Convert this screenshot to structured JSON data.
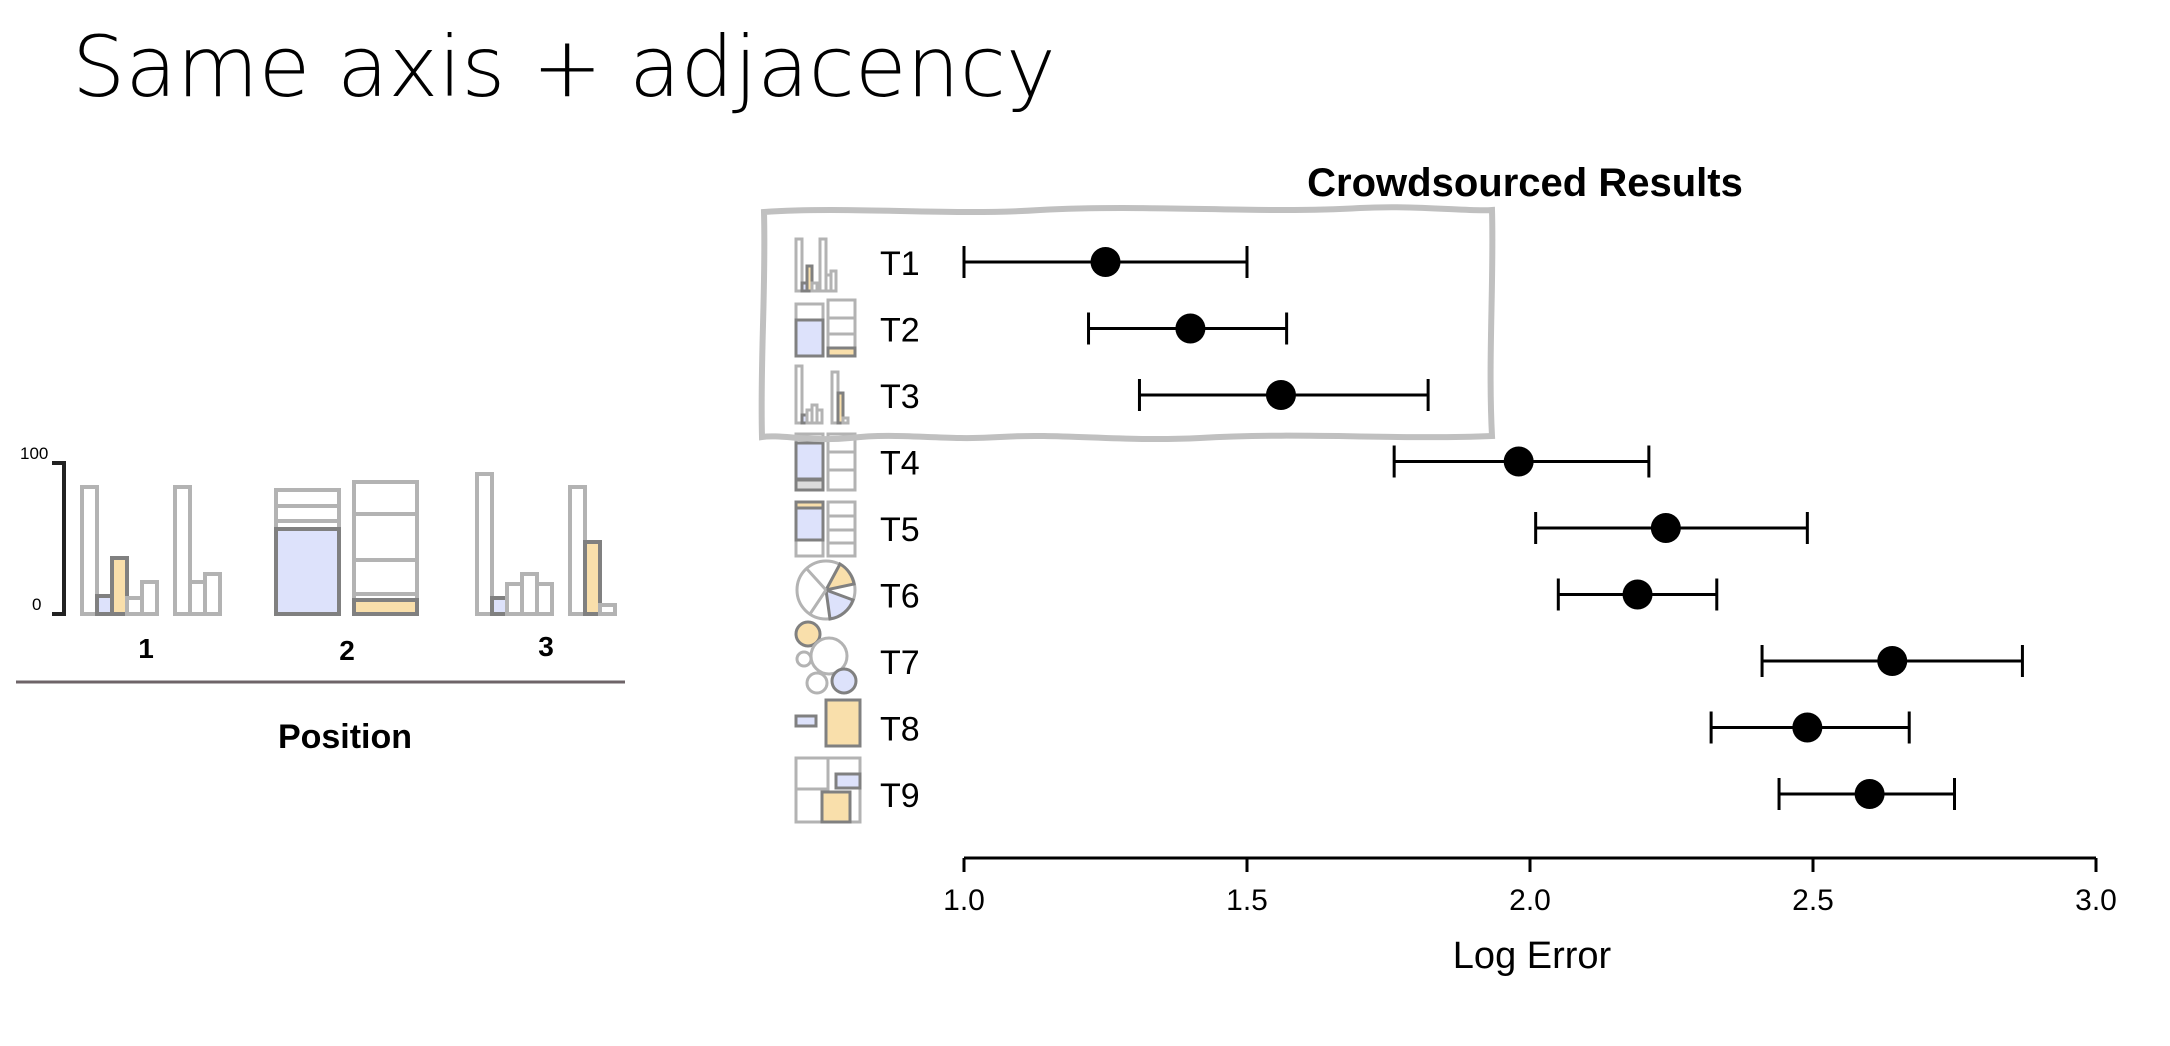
{
  "slide": {
    "title": "Same axis + adjacency"
  },
  "diagram": {
    "y_max_label": "100",
    "y_min_label": "0",
    "groups": [
      "1",
      "2",
      "3"
    ],
    "axis_label": "Position"
  },
  "colors": {
    "highlight_orange": "#f9dfab",
    "highlight_blue": "#dde2fb",
    "outline_gray": "#b3b3b3",
    "dark_gray": "#808080"
  },
  "chart_data": {
    "type": "scatter",
    "title": "Crowdsourced Results",
    "xlabel": "Log Error",
    "ylabel": "",
    "xlim": [
      1.0,
      3.0
    ],
    "xticks": [
      "1.0",
      "1.5",
      "2.0",
      "2.5",
      "3.0"
    ],
    "categories": [
      "T1",
      "T2",
      "T3",
      "T4",
      "T5",
      "T6",
      "T7",
      "T8",
      "T9"
    ],
    "values": [
      1.25,
      1.4,
      1.56,
      1.98,
      2.24,
      2.19,
      2.64,
      2.49,
      2.6
    ],
    "ci_low": [
      1.0,
      1.22,
      1.31,
      1.76,
      2.01,
      2.05,
      2.41,
      2.32,
      2.44
    ],
    "ci_high": [
      1.5,
      1.57,
      1.82,
      2.21,
      2.49,
      2.33,
      2.87,
      2.67,
      2.75
    ],
    "highlighted": [
      "T1",
      "T2",
      "T3"
    ]
  }
}
